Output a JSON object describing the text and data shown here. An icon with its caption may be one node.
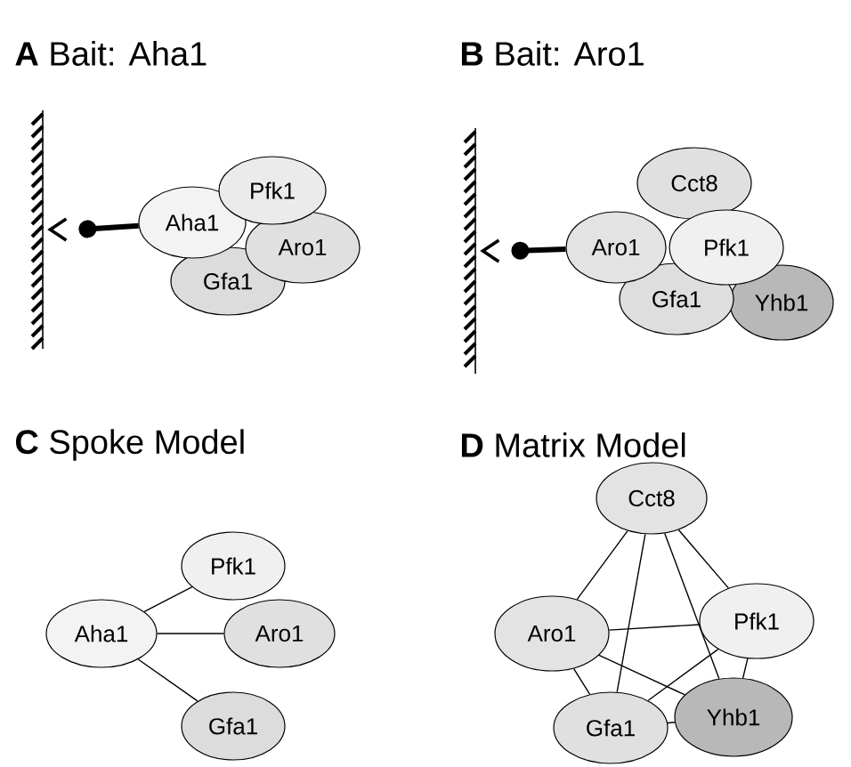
{
  "diagram": {
    "nodes": [
      {
        "text": [],
        "shape": "bar"
      },
      {
        "text": [
          "Aha1"
        ]
      },
      {
        "text": [
          "Pfk1"
        ]
      },
      {
        "text": [
          "Aro1"
        ]
      },
      {
        "text": [
          "Gfa1"
        ]
      },
      {
        "text": [],
        "shape": "bar"
      },
      {
        "text": [
          "Cct8"
        ]
      },
      {
        "text": [
          "Aro1"
        ]
      },
      {
        "text": [
          "Pfk1"
        ]
      },
      {
        "text": [
          "Gfa1"
        ]
      },
      {
        "text": [
          "Yhb1"
        ]
      },
      {
        "text": [
          "Aha1"
        ]
      },
      {
        "text": [
          "Pfk1"
        ]
      },
      {
        "text": [
          "Aro1"
        ]
      },
      {
        "text": [
          "Gfa1"
        ]
      },
      {
        "text": [
          "Cct8"
        ]
      },
      {
        "text": [
          "Aro1"
        ]
      },
      {
        "text": [
          "Pfk1"
        ]
      },
      {
        "text": [
          "Gfa1"
        ]
      },
      {
        "text": [
          "Yhb1"
        ]
      }
    ],
    "edges": [
      {
        "from": 0,
        "to": 1,
        "arrow": "other",
        "style": "thick"
      },
      {
        "from": 5,
        "to": 7,
        "arrow": "other",
        "style": "thick"
      },
      {
        "from": 11,
        "to": 12,
        "arrow": "none"
      },
      {
        "from": 11,
        "to": 13,
        "arrow": "none"
      },
      {
        "from": 11,
        "to": 14,
        "arrow": "none"
      },
      {
        "from": 15,
        "to": 16,
        "arrow": "none"
      },
      {
        "from": 15,
        "to": 17,
        "arrow": "none"
      },
      {
        "from": 15,
        "to": 18,
        "arrow": "none"
      },
      {
        "from": 15,
        "to": 19,
        "arrow": "none"
      },
      {
        "from": 16,
        "to": 17,
        "arrow": "none"
      },
      {
        "from": 16,
        "to": 19,
        "arrow": "none"
      },
      {
        "from": 16,
        "to": 18,
        "arrow": "none"
      },
      {
        "from": 17,
        "to": 18,
        "arrow": "none"
      },
      {
        "from": 17,
        "to": 19,
        "arrow": "none"
      },
      {
        "from": 18,
        "to": 19,
        "arrow": "none"
      }
    ],
    "labels": [
      "**A** Bait: Aha1",
      "**B** Bait: Aro1",
      "**C** Spoke Model",
      "**D** Matrix Model"
    ]
  }
}
